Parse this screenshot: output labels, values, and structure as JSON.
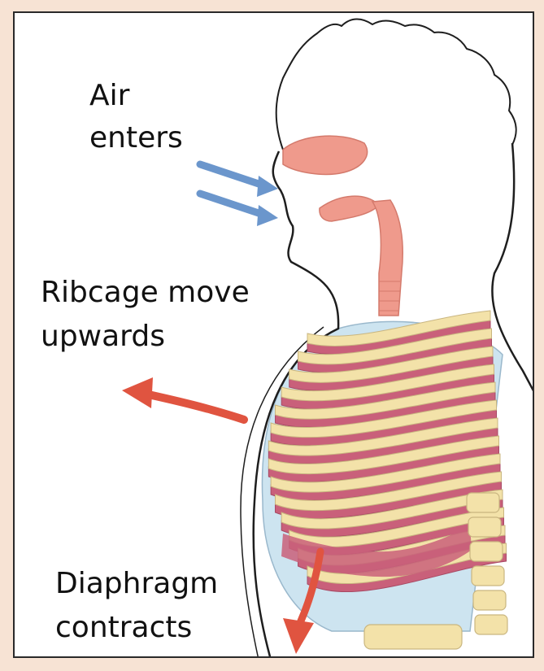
{
  "labels": {
    "air_line1": "Air",
    "air_line2": "enters",
    "ribcage_line1": "Ribcage move",
    "ribcage_line2": "upwards",
    "diaphragm_line1": "Diaphragm",
    "diaphragm_line2": "contracts"
  },
  "colors": {
    "background": "#f7e3d4",
    "panel": "#ffffff",
    "air_arrow": "#6b96cc",
    "movement_arrow": "#e05440",
    "rib": "#f3e2a9",
    "muscle": "#c9607a",
    "airway": "#ef9a8c",
    "pleura": "#cde4f0",
    "outline": "#1e1e1e"
  }
}
